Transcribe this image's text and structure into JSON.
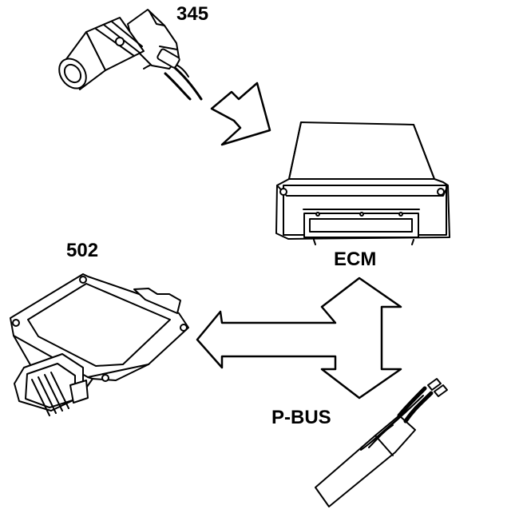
{
  "labels": {
    "sensor": "345",
    "ecm": "ECM",
    "module": "502",
    "bus": "P-BUS"
  },
  "colors": {
    "line": "#000000",
    "fill": "#ffffff"
  },
  "icons": {
    "sensor": "crankshaft-sensor-icon",
    "ecm": "ecm-unit-icon",
    "module": "control-module-icon",
    "cable": "bus-cable-icon"
  }
}
